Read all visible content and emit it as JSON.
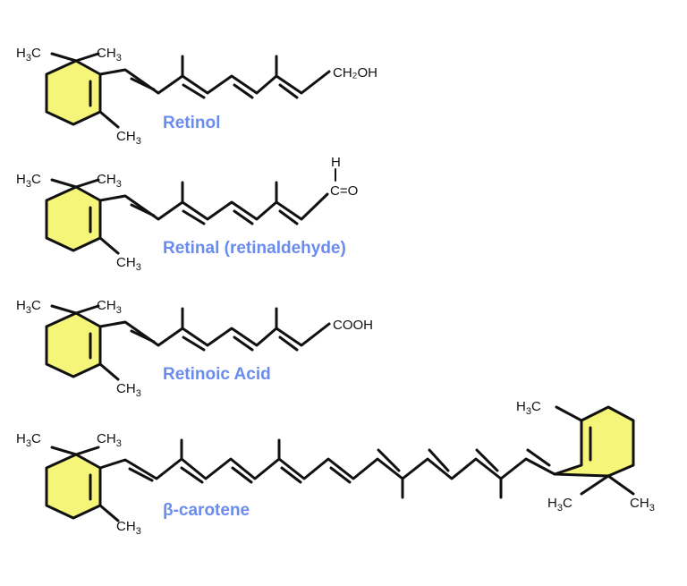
{
  "molecules": [
    {
      "name": "Retinol",
      "end_group": "CH₂OH"
    },
    {
      "name": "Retinal (retinaldehyde)",
      "end_group_h": "H",
      "end_group": "C=O"
    },
    {
      "name": "Retinoic Acid",
      "end_group": "COOH"
    },
    {
      "name": "β-carotene"
    }
  ],
  "atoms": {
    "carbon": "C",
    "hydrogen": "H",
    "h3_sub": "3"
  },
  "colors": {
    "ring_fill": "#f5f57a",
    "name_text": "#6b8cef",
    "bond": "#111111"
  }
}
